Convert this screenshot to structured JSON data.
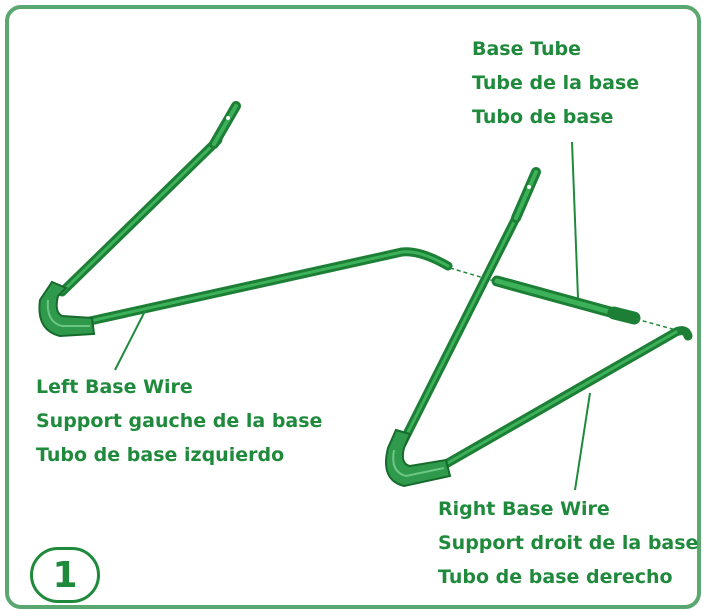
{
  "step_number": "1",
  "colors": {
    "accent": "#1f8a3c",
    "wire_dark": "#1c7f35",
    "wire_light": "#33a552",
    "pad": "#2f9a4c"
  },
  "base_tube": {
    "en": "Base Tube",
    "fr": "Tube de la base",
    "es": "Tubo de base"
  },
  "left_base_wire": {
    "en": "Left Base Wire",
    "fr": "Support gauche de la base",
    "es": "Tubo de base izquierdo"
  },
  "right_base_wire": {
    "en": "Right Base Wire",
    "fr": "Support droit de la base",
    "es": "Tubo de base derecho"
  }
}
